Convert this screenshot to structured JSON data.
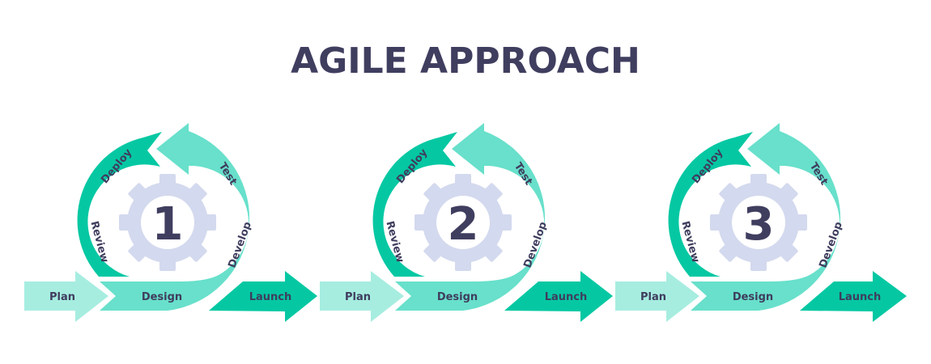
{
  "title": "AGILE APPROACH",
  "colors": {
    "title_text": "#403E5F",
    "label_text": "#3F3D5E",
    "dark_teal": "#05C8A3",
    "mid_teal": "#68E0CB",
    "light_teal": "#A6EDE0",
    "gear": "#D3D9EE"
  },
  "cycles": [
    {
      "number": "1",
      "labels": {
        "plan": "Plan",
        "design": "Design",
        "develop": "Develop",
        "test": "Test",
        "deploy": "Deploy",
        "review": "Review",
        "launch": "Launch"
      }
    },
    {
      "number": "2",
      "labels": {
        "plan": "Plan",
        "design": "Design",
        "develop": "Develop",
        "test": "Test",
        "deploy": "Deploy",
        "review": "Review",
        "launch": "Launch"
      }
    },
    {
      "number": "3",
      "labels": {
        "plan": "Plan",
        "design": "Design",
        "develop": "Develop",
        "test": "Test",
        "deploy": "Deploy",
        "review": "Review",
        "launch": "Launch"
      }
    }
  ]
}
